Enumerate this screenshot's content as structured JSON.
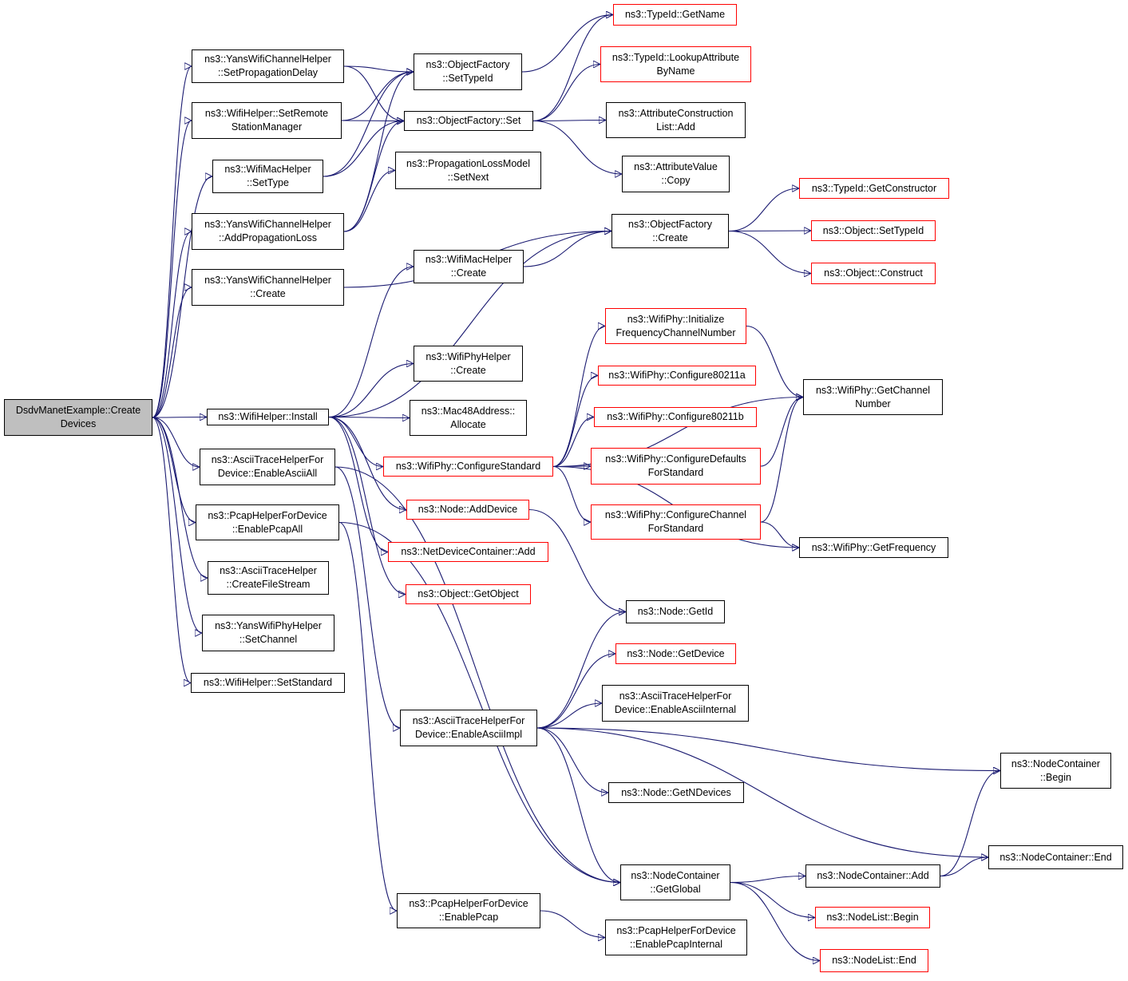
{
  "colors": {
    "edge": "#191970",
    "node_border": "#000000",
    "undocumented_border": "#ff0000",
    "root_fill": "#bfbfbf",
    "background": "#ffffff"
  },
  "root": "n0",
  "nodes": [
    {
      "id": "n0",
      "label": "DsdvManetExample::Create\nDevices",
      "root": true
    },
    {
      "id": "n1",
      "label": "ns3::YansWifiChannelHelper\n::SetPropagationDelay"
    },
    {
      "id": "n2",
      "label": "ns3::WifiHelper::SetRemote\nStationManager"
    },
    {
      "id": "n3",
      "label": "ns3::WifiMacHelper\n::SetType"
    },
    {
      "id": "n4",
      "label": "ns3::YansWifiChannelHelper\n::AddPropagationLoss"
    },
    {
      "id": "n5",
      "label": "ns3::YansWifiChannelHelper\n::Create"
    },
    {
      "id": "n6",
      "label": "ns3::WifiHelper::Install"
    },
    {
      "id": "n7",
      "label": "ns3::AsciiTraceHelperFor\nDevice::EnableAsciiAll"
    },
    {
      "id": "n8",
      "label": "ns3::PcapHelperForDevice\n::EnablePcapAll"
    },
    {
      "id": "n9",
      "label": "ns3::AsciiTraceHelper\n::CreateFileStream"
    },
    {
      "id": "n10",
      "label": "ns3::YansWifiPhyHelper\n::SetChannel"
    },
    {
      "id": "n11",
      "label": "ns3::WifiHelper::SetStandard"
    },
    {
      "id": "n12",
      "label": "ns3::ObjectFactory\n::SetTypeId"
    },
    {
      "id": "n13",
      "label": "ns3::ObjectFactory::Set"
    },
    {
      "id": "n14",
      "label": "ns3::PropagationLossModel\n::SetNext"
    },
    {
      "id": "n15",
      "label": "ns3::WifiMacHelper\n::Create"
    },
    {
      "id": "n16",
      "label": "ns3::WifiPhyHelper\n::Create"
    },
    {
      "id": "n17",
      "label": "ns3::Mac48Address::\nAllocate"
    },
    {
      "id": "n18",
      "label": "ns3::WifiPhy::ConfigureStandard",
      "red": true
    },
    {
      "id": "n19",
      "label": "ns3::Node::AddDevice",
      "red": true
    },
    {
      "id": "n20",
      "label": "ns3::NetDeviceContainer::Add",
      "red": true
    },
    {
      "id": "n21",
      "label": "ns3::Object::GetObject",
      "red": true
    },
    {
      "id": "n22",
      "label": "ns3::AsciiTraceHelperFor\nDevice::EnableAsciiImpl"
    },
    {
      "id": "n23",
      "label": "ns3::PcapHelperForDevice\n::EnablePcap"
    },
    {
      "id": "n24",
      "label": "ns3::TypeId::GetName",
      "red": true
    },
    {
      "id": "n25",
      "label": "ns3::TypeId::LookupAttribute\nByName",
      "red": true
    },
    {
      "id": "n26",
      "label": "ns3::AttributeConstruction\nList::Add"
    },
    {
      "id": "n27",
      "label": "ns3::AttributeValue\n::Copy"
    },
    {
      "id": "n28",
      "label": "ns3::ObjectFactory\n::Create"
    },
    {
      "id": "n29",
      "label": "ns3::WifiPhy::Initialize\nFrequencyChannelNumber",
      "red": true
    },
    {
      "id": "n30",
      "label": "ns3::WifiPhy::Configure80211a",
      "red": true
    },
    {
      "id": "n31",
      "label": "ns3::WifiPhy::Configure80211b",
      "red": true
    },
    {
      "id": "n32",
      "label": "ns3::WifiPhy::ConfigureDefaults\nForStandard",
      "red": true
    },
    {
      "id": "n33",
      "label": "ns3::WifiPhy::ConfigureChannel\nForStandard",
      "red": true
    },
    {
      "id": "n34",
      "label": "ns3::Node::GetId"
    },
    {
      "id": "n35",
      "label": "ns3::Node::GetDevice",
      "red": true
    },
    {
      "id": "n36",
      "label": "ns3::AsciiTraceHelperFor\nDevice::EnableAsciiInternal"
    },
    {
      "id": "n37",
      "label": "ns3::Node::GetNDevices"
    },
    {
      "id": "n38",
      "label": "ns3::NodeContainer\n::GetGlobal"
    },
    {
      "id": "n39",
      "label": "ns3::PcapHelperForDevice\n::EnablePcapInternal"
    },
    {
      "id": "n40",
      "label": "ns3::TypeId::GetConstructor",
      "red": true
    },
    {
      "id": "n41",
      "label": "ns3::Object::SetTypeId",
      "red": true
    },
    {
      "id": "n42",
      "label": "ns3::Object::Construct",
      "red": true
    },
    {
      "id": "n43",
      "label": "ns3::WifiPhy::GetChannel\nNumber"
    },
    {
      "id": "n44",
      "label": "ns3::WifiPhy::GetFrequency"
    },
    {
      "id": "n45",
      "label": "ns3::NodeContainer::Add"
    },
    {
      "id": "n46",
      "label": "ns3::NodeContainer\n::Begin"
    },
    {
      "id": "n47",
      "label": "ns3::NodeContainer::End"
    },
    {
      "id": "n48",
      "label": "ns3::NodeList::Begin",
      "red": true
    },
    {
      "id": "n49",
      "label": "ns3::NodeList::End",
      "red": true
    }
  ],
  "edges": [
    [
      "n0",
      "n1"
    ],
    [
      "n0",
      "n2"
    ],
    [
      "n0",
      "n3"
    ],
    [
      "n0",
      "n4"
    ],
    [
      "n0",
      "n5"
    ],
    [
      "n0",
      "n6"
    ],
    [
      "n0",
      "n7"
    ],
    [
      "n0",
      "n8"
    ],
    [
      "n0",
      "n9"
    ],
    [
      "n0",
      "n10"
    ],
    [
      "n0",
      "n11"
    ],
    [
      "n1",
      "n12"
    ],
    [
      "n1",
      "n13"
    ],
    [
      "n2",
      "n12"
    ],
    [
      "n2",
      "n13"
    ],
    [
      "n3",
      "n12"
    ],
    [
      "n3",
      "n13"
    ],
    [
      "n4",
      "n12"
    ],
    [
      "n4",
      "n13"
    ],
    [
      "n4",
      "n14"
    ],
    [
      "n5",
      "n28"
    ],
    [
      "n6",
      "n15"
    ],
    [
      "n6",
      "n16"
    ],
    [
      "n6",
      "n17"
    ],
    [
      "n6",
      "n18"
    ],
    [
      "n6",
      "n19"
    ],
    [
      "n6",
      "n20"
    ],
    [
      "n6",
      "n21"
    ],
    [
      "n6",
      "n28"
    ],
    [
      "n7",
      "n22"
    ],
    [
      "n7",
      "n38"
    ],
    [
      "n8",
      "n23"
    ],
    [
      "n8",
      "n38"
    ],
    [
      "n12",
      "n24"
    ],
    [
      "n13",
      "n24"
    ],
    [
      "n13",
      "n25"
    ],
    [
      "n13",
      "n26"
    ],
    [
      "n13",
      "n27"
    ],
    [
      "n15",
      "n28"
    ],
    [
      "n28",
      "n40"
    ],
    [
      "n28",
      "n41"
    ],
    [
      "n28",
      "n42"
    ],
    [
      "n18",
      "n29"
    ],
    [
      "n18",
      "n30"
    ],
    [
      "n18",
      "n31"
    ],
    [
      "n18",
      "n32"
    ],
    [
      "n18",
      "n33"
    ],
    [
      "n18",
      "n43"
    ],
    [
      "n18",
      "n44"
    ],
    [
      "n29",
      "n43"
    ],
    [
      "n32",
      "n43"
    ],
    [
      "n33",
      "n43"
    ],
    [
      "n33",
      "n44"
    ],
    [
      "n19",
      "n34"
    ],
    [
      "n22",
      "n34"
    ],
    [
      "n22",
      "n35"
    ],
    [
      "n22",
      "n36"
    ],
    [
      "n22",
      "n37"
    ],
    [
      "n22",
      "n46"
    ],
    [
      "n22",
      "n47"
    ],
    [
      "n22",
      "n38"
    ],
    [
      "n23",
      "n39"
    ],
    [
      "n38",
      "n45"
    ],
    [
      "n38",
      "n48"
    ],
    [
      "n38",
      "n49"
    ],
    [
      "n45",
      "n46"
    ],
    [
      "n45",
      "n47"
    ]
  ]
}
